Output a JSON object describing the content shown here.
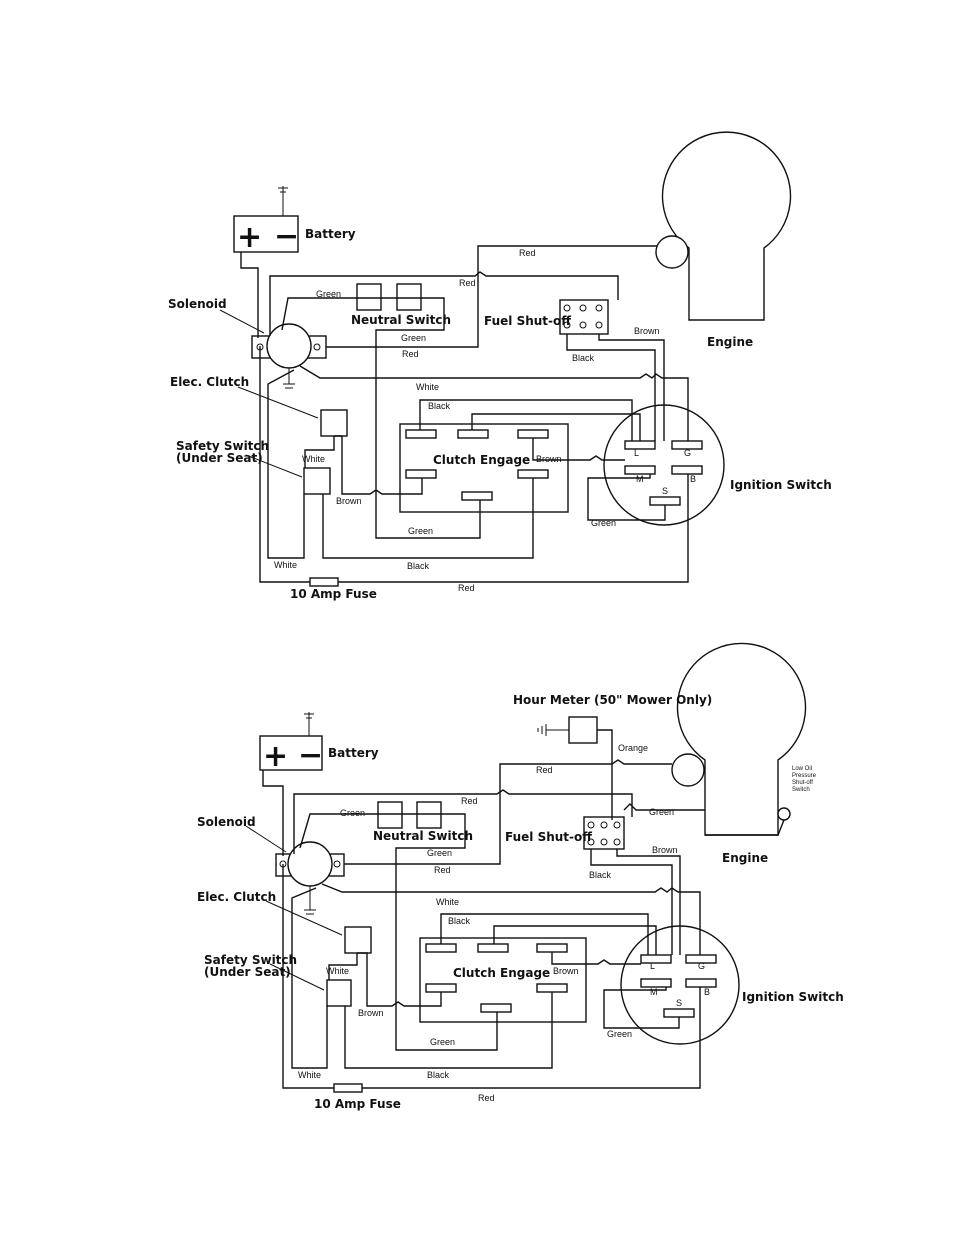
{
  "diagram_top": {
    "battery": "Battery",
    "solenoid": "Solenoid",
    "neutral_switch": "Neutral Switch",
    "fuel_shutoff": "Fuel Shut-off",
    "engine": "Engine",
    "elec_clutch": "Elec. Clutch",
    "safety_switch_1": "Safety Switch",
    "safety_switch_2": "(Under Seat)",
    "clutch_engage": "Clutch Engage",
    "ignition_switch": "Ignition Switch",
    "fuse": "10 Amp Fuse",
    "terminals": {
      "L": "L",
      "G": "G",
      "M": "M",
      "B": "B",
      "S": "S"
    },
    "wires": {
      "red_top": "Red",
      "red_mid": "Red",
      "red_low": "Red",
      "red_bottom": "Red",
      "green_top": "Green",
      "green_mid": "Green",
      "green_low": "Green",
      "green_ign": "Green",
      "white_mid": "White",
      "white_safety": "White",
      "white_bottom": "White",
      "black_fuel": "Black",
      "black_clutch": "Black",
      "black_bottom": "Black",
      "brown_fuel": "Brown",
      "brown_clutch": "Brown",
      "brown_safety": "Brown"
    }
  },
  "diagram_bottom": {
    "battery": "Battery",
    "solenoid": "Solenoid",
    "neutral_switch": "Neutral Switch",
    "fuel_shutoff": "Fuel Shut-off",
    "engine": "Engine",
    "hour_meter": "Hour Meter (50\" Mower Only)",
    "low_oil_1": "Low Oil",
    "low_oil_2": "Pressure",
    "low_oil_3": "Shut-off",
    "low_oil_4": "Switch",
    "elec_clutch": "Elec. Clutch",
    "safety_switch_1": "Safety Switch",
    "safety_switch_2": "(Under Seat)",
    "clutch_engage": "Clutch Engage",
    "ignition_switch": "Ignition Switch",
    "fuse": "10 Amp Fuse",
    "terminals": {
      "L": "L",
      "G": "G",
      "M": "M",
      "B": "B",
      "S": "S"
    },
    "wires": {
      "orange": "Orange",
      "red_top": "Red",
      "red_mid": "Red",
      "red_low": "Red",
      "red_bottom": "Red",
      "green_top": "Green",
      "green_mid": "Green",
      "green_right": "Green",
      "green_low": "Green",
      "green_ign": "Green",
      "white_mid": "White",
      "white_safety": "White",
      "white_bottom": "White",
      "black_fuel": "Black",
      "black_clutch": "Black",
      "black_bottom": "Black",
      "brown_fuel": "Brown",
      "brown_clutch": "Brown",
      "brown_safety": "Brown"
    }
  }
}
